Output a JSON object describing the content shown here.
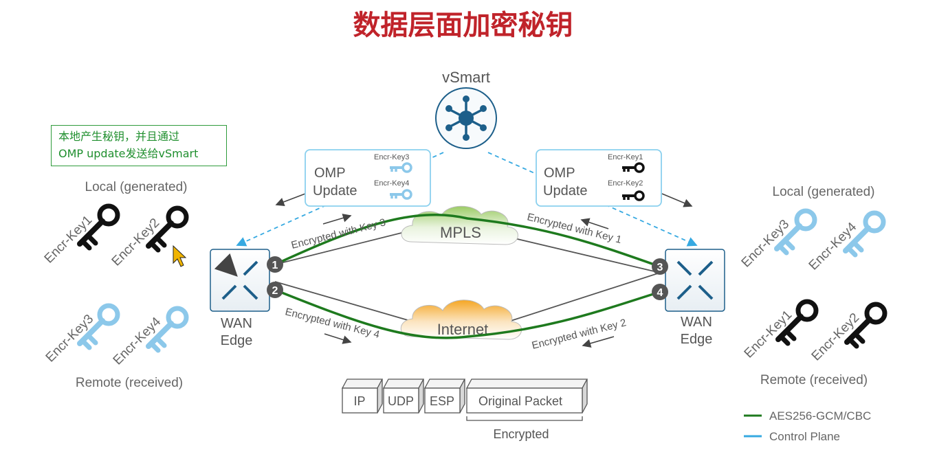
{
  "title": "数据层面加密秘钥",
  "note": {
    "line1": "本地产生秘钥，并且通过",
    "line2": "OMP update发送给vSmart"
  },
  "vsmart": {
    "label": "vSmart"
  },
  "omp_left": {
    "line1": "OMP",
    "line2": "Update",
    "key_a": "Encr-Key3",
    "key_b": "Encr-Key4"
  },
  "omp_right": {
    "line1": "OMP",
    "line2": "Update",
    "key_a": "Encr-Key1",
    "key_b": "Encr-Key2"
  },
  "left_edge": {
    "label_line1": "WAN",
    "label_line2": "Edge",
    "local_label": "Local (generated)",
    "remote_label": "Remote (received)",
    "local_keys": [
      "Encr-Key1",
      "Encr-Key2"
    ],
    "remote_keys": [
      "Encr-Key3",
      "Encr-Key4"
    ]
  },
  "right_edge": {
    "label_line1": "WAN",
    "label_line2": "Edge",
    "local_label": "Local (generated)",
    "remote_label": "Remote (received)",
    "local_keys": [
      "Encr-Key3",
      "Encr-Key4"
    ],
    "remote_keys": [
      "Encr-Key1",
      "Encr-Key2"
    ]
  },
  "clouds": {
    "mpls": "MPLS",
    "internet": "Internet"
  },
  "ports": [
    "1",
    "2",
    "3",
    "4"
  ],
  "tunnels": {
    "key3": "Encrypted with Key 3",
    "key1": "Encrypted with Key 1",
    "key4": "Encrypted with Key 4",
    "key2": "Encrypted with Key 2"
  },
  "packet": {
    "ip": "IP",
    "udp": "UDP",
    "esp": "ESP",
    "original": "Original Packet",
    "encrypted": "Encrypted"
  },
  "legend": [
    {
      "label": "AES256-GCM/CBC",
      "color": "#1e7a1e"
    },
    {
      "label": "Control Plane",
      "color": "#36a9e1"
    }
  ],
  "colors": {
    "title": "#c0232a",
    "tunnel": "#1e7a1e",
    "control": "#36a9e1",
    "device": "#1d5f8a",
    "key_local": "#111111",
    "key_remote": "#8cc8ea"
  }
}
